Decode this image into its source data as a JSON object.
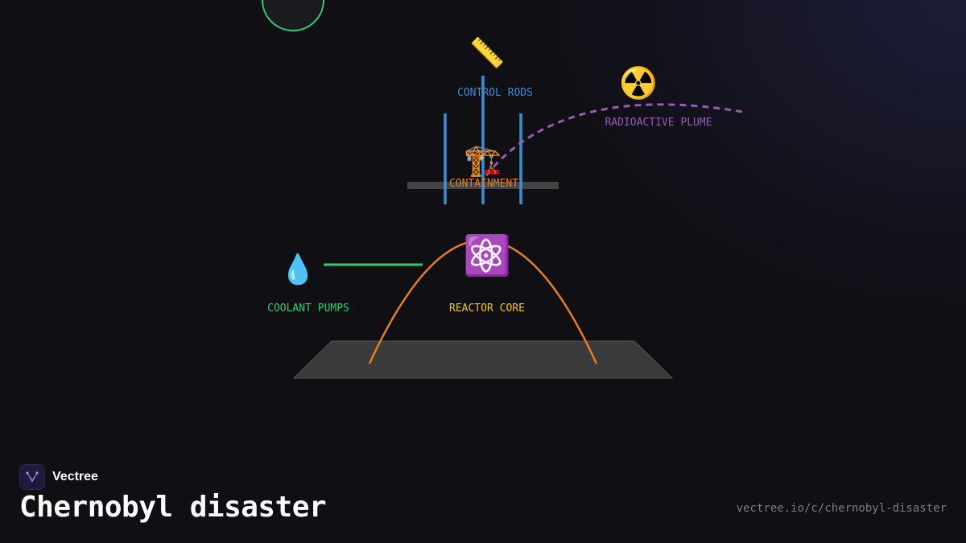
{
  "diagram": {
    "labels": {
      "control_rods": "CONTROL RODS",
      "radioactive_plume": "RADIOACTIVE PLUME",
      "containment": "CONTAINMENT",
      "coolant_pumps": "COOLANT PUMPS",
      "reactor_core": "REACTOR CORE"
    },
    "icons": {
      "control_rods": "📏",
      "radioactive_plume": "☢️",
      "containment": "🏗️",
      "coolant_pumps": "💧",
      "reactor_core": "⚛️"
    },
    "colors": {
      "control_rods": "#3b8fd9",
      "radioactive_plume": "#9b59b6",
      "containment": "#e67e22",
      "coolant_pumps": "#2ecc71",
      "reactor_core": "#f1c40f",
      "core_arc": "#e67e22",
      "platform": "#3a3a3a"
    }
  },
  "footer": {
    "brand_name": "Vectree",
    "title": "Chernobyl disaster",
    "url": "vectree.io/c/chernobyl-disaster"
  }
}
